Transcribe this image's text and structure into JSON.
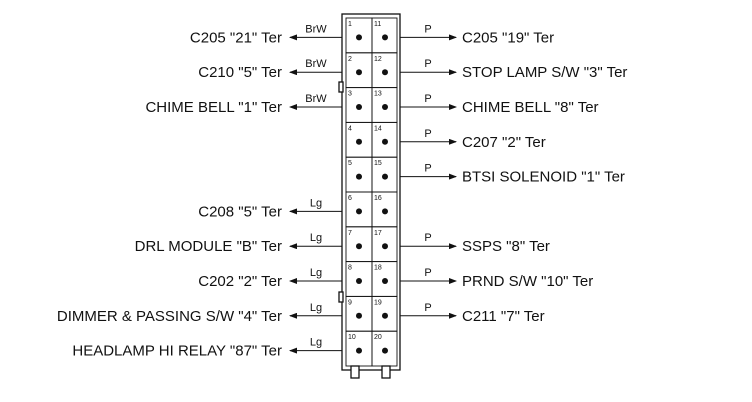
{
  "left": [
    {
      "label": "C205 \"21\" Ter",
      "wire": "BrW",
      "pin": "1"
    },
    {
      "label": "C210 \"5\" Ter",
      "wire": "BrW",
      "pin": "2"
    },
    {
      "label": "CHIME BELL \"1\" Ter",
      "wire": "BrW",
      "pin": "3"
    },
    {
      "label": "",
      "wire": "",
      "pin": "4"
    },
    {
      "label": "",
      "wire": "",
      "pin": "5"
    },
    {
      "label": "C208 \"5\" Ter",
      "wire": "Lg",
      "pin": "6"
    },
    {
      "label": "DRL MODULE \"B\" Ter",
      "wire": "Lg",
      "pin": "7"
    },
    {
      "label": "C202 \"2\" Ter",
      "wire": "Lg",
      "pin": "8"
    },
    {
      "label": "DIMMER & PASSING S/W \"4\" Ter",
      "wire": "Lg",
      "pin": "9"
    },
    {
      "label": "HEADLAMP HI RELAY \"87\" Ter",
      "wire": "Lg",
      "pin": "10"
    }
  ],
  "right": [
    {
      "label": "C205 \"19\" Ter",
      "wire": "P",
      "pin": "11"
    },
    {
      "label": "STOP LAMP S/W \"3\" Ter",
      "wire": "P",
      "pin": "12"
    },
    {
      "label": "CHIME BELL \"8\" Ter",
      "wire": "P",
      "pin": "13"
    },
    {
      "label": "C207 \"2\" Ter",
      "wire": "P",
      "pin": "14"
    },
    {
      "label": "BTSI SOLENOID \"1\" Ter",
      "wire": "P",
      "pin": "15"
    },
    {
      "label": "",
      "wire": "",
      "pin": "16"
    },
    {
      "label": "SSPS \"8\" Ter",
      "wire": "P",
      "pin": "17"
    },
    {
      "label": "PRND S/W \"10\" Ter",
      "wire": "P",
      "pin": "18"
    },
    {
      "label": "C211 \"7\" Ter",
      "wire": "P",
      "pin": "19"
    },
    {
      "label": "",
      "wire": "",
      "pin": "20"
    }
  ]
}
